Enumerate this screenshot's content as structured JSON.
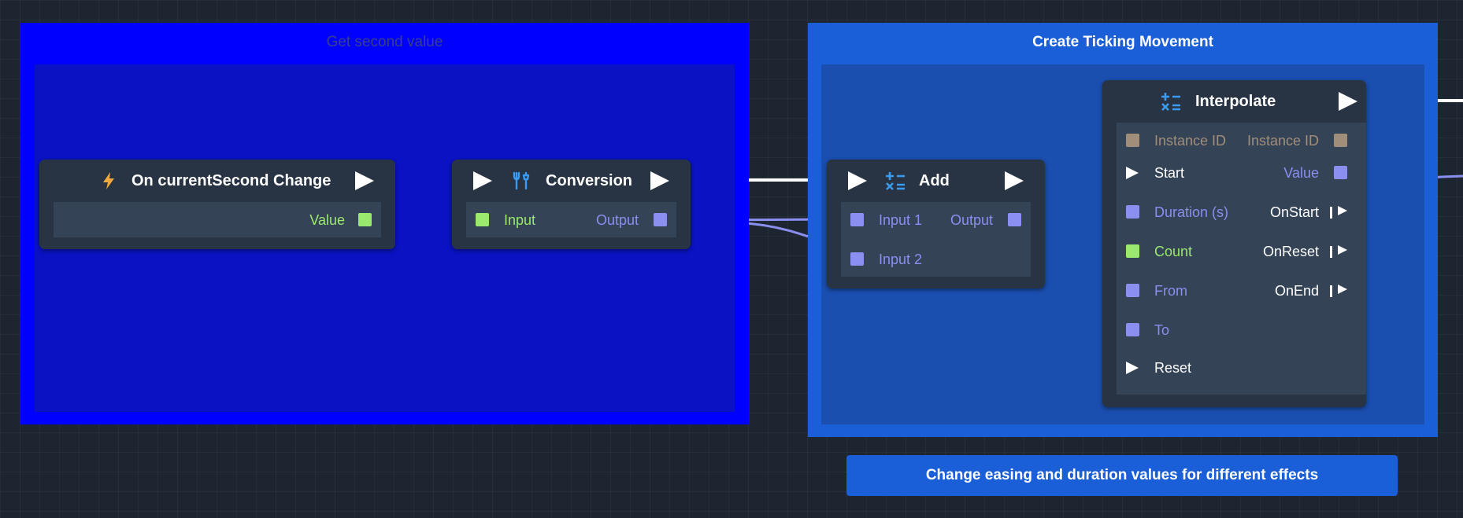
{
  "groups": {
    "get_second": {
      "title": "Get second value",
      "title_color": "#3b3f8a"
    },
    "ticking": {
      "title": "Create Ticking Movement"
    }
  },
  "nodes": {
    "on_change": {
      "title": "On currentSecond Change",
      "icon": "lightning-icon",
      "outputs": [
        {
          "label": "Value",
          "type": "number"
        }
      ]
    },
    "conversion": {
      "title": "Conversion",
      "icon": "wrench-screwdriver-icon",
      "inputs": [
        {
          "label": "Input"
        }
      ],
      "outputs": [
        {
          "label": "Output"
        }
      ]
    },
    "add": {
      "title": "Add",
      "icon": "calculator-icon",
      "inputs": [
        {
          "label": "Input 1"
        },
        {
          "label": "Input 2"
        }
      ],
      "outputs": [
        {
          "label": "Output"
        }
      ]
    },
    "interpolate": {
      "title": "Interpolate",
      "icon": "calculator-icon",
      "inputs": [
        {
          "label": "Instance ID",
          "type": "id"
        },
        {
          "label": "Start",
          "type": "exec"
        },
        {
          "label": "Duration (s)",
          "type": "number"
        },
        {
          "label": "Count",
          "type": "int"
        },
        {
          "label": "From",
          "type": "number"
        },
        {
          "label": "To",
          "type": "number"
        },
        {
          "label": "Reset",
          "type": "exec"
        }
      ],
      "outputs": [
        {
          "label": "Instance ID",
          "type": "id"
        },
        {
          "label": "Value",
          "type": "number"
        },
        {
          "label": "OnStart",
          "type": "event"
        },
        {
          "label": "OnReset",
          "type": "event"
        },
        {
          "label": "OnEnd",
          "type": "event"
        }
      ]
    }
  },
  "caption": "Change easing and duration values for different effects",
  "colors": {
    "canvas": "#1d2530",
    "group_get_second": "#0000ff",
    "group_get_second_inner": "#0a12c4",
    "group_ticking": "#1b5fd8",
    "group_ticking_inner": "#1a4fb0",
    "node_header": "#283443",
    "node_body": "#344356",
    "pin_number": "#8a8ff0",
    "pin_int": "#9be86e",
    "pin_id": "#a08e7a",
    "exec_wire": "#ffffff",
    "number_wire": "#8a8ff0",
    "int_wire": "#9be86e",
    "icon_orange": "#f2a93b",
    "icon_blue": "#3a9bf0"
  }
}
